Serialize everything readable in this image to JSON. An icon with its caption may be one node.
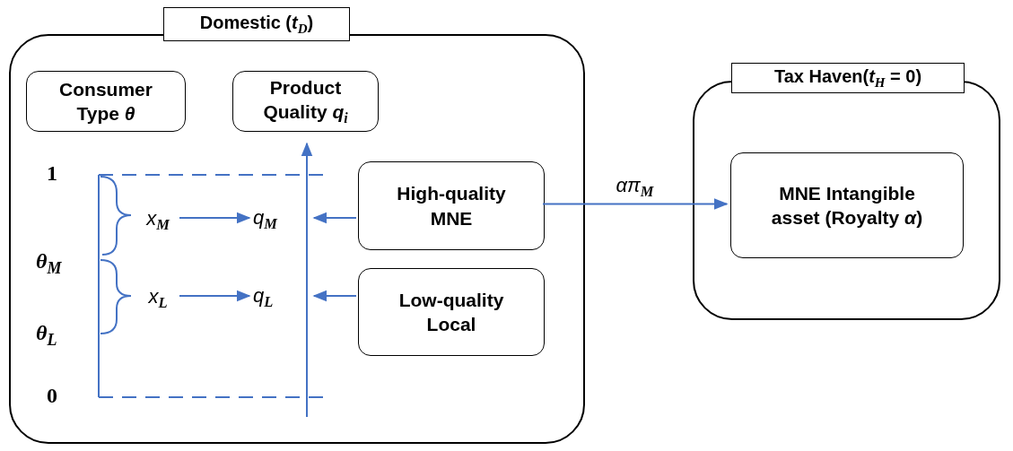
{
  "diagram": {
    "nodes": [
      {
        "text": [
          "Domestic (*t*$_{D}$)"
        ]
      },
      {
        "text": [
          "Consumer Type *θ*"
        ],
        "in": 0
      },
      {
        "text": [
          "Product Quality *q*$_{i}$"
        ],
        "in": 0
      },
      {
        "text": [
          "High-quality MNE"
        ],
        "in": 0
      },
      {
        "text": [
          "Low-quality Local"
        ],
        "in": 0
      },
      {
        "text": [
          "Tax Haven(*t*$_{H}$ = 0)"
        ]
      },
      {
        "text": [
          "MNE Intangible asset (Royalty *α*)"
        ],
        "in": 5
      },
      {
        "text": [
          "*x*$_{M}$"
        ],
        "in": 0
      },
      {
        "text": [
          "*q*$_{M}$"
        ],
        "in": 0
      },
      {
        "text": [
          "*x*$_{L}$"
        ],
        "in": 0
      },
      {
        "text": [
          "*q*$_{L}$"
        ],
        "in": 0
      }
    ],
    "edges": [
      {
        "from": 7,
        "to": 8,
        "arrow": "to"
      },
      {
        "from": 9,
        "to": 10,
        "arrow": "to"
      },
      {
        "from": 3,
        "to": 8,
        "arrow": "to"
      },
      {
        "from": 4,
        "to": 10,
        "arrow": "to"
      },
      {
        "from": 3,
        "to": 6,
        "arrow": "to",
        "label": "*απ*$_{M}$"
      }
    ],
    "labels": [
      "1",
      "*θ*$_{M}$",
      "*θ*$_{L}$",
      "0"
    ]
  }
}
